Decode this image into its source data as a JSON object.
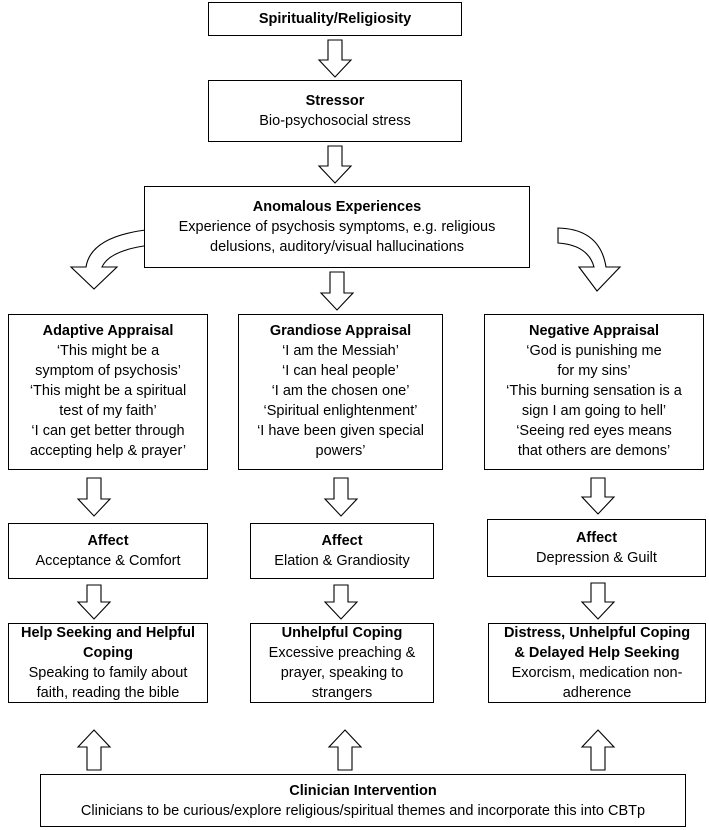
{
  "diagram": {
    "spirituality": {
      "title": "Spirituality/Religiosity"
    },
    "stressor": {
      "title": "Stressor",
      "lines": [
        "Bio-psychosocial stress"
      ]
    },
    "anomalous": {
      "title": "Anomalous Experiences",
      "lines": [
        "Experience of psychosis symptoms, e.g. religious",
        "delusions, auditory/visual hallucinations"
      ]
    },
    "adaptive_appraisal": {
      "title": "Adaptive Appraisal",
      "lines": [
        "‘This might be a",
        "symptom of psychosis’",
        "‘This might be a spiritual",
        "test of my faith’",
        "‘I can get better through",
        "accepting help & prayer’"
      ]
    },
    "grandiose_appraisal": {
      "title": "Grandiose Appraisal",
      "lines": [
        "‘I am the Messiah’",
        "‘I can heal people’",
        "‘I am the chosen one’",
        "‘Spiritual enlightenment’",
        "‘I have been given special",
        "powers’"
      ]
    },
    "negative_appraisal": {
      "title": "Negative Appraisal",
      "lines": [
        "‘God is punishing me",
        "for my sins’",
        "‘This burning sensation is a",
        "sign I am going to hell’",
        "‘Seeing red eyes means",
        "that others are demons’"
      ]
    },
    "affect_left": {
      "title": "Affect",
      "lines": [
        "Acceptance & Comfort"
      ]
    },
    "affect_middle": {
      "title": "Affect",
      "lines": [
        "Elation & Grandiosity"
      ]
    },
    "affect_right": {
      "title": "Affect",
      "lines": [
        "Depression & Guilt"
      ]
    },
    "coping_left": {
      "title_lines": [
        "Help Seeking and Helpful",
        "Coping"
      ],
      "lines": [
        "Speaking to family about",
        "faith, reading the bible"
      ]
    },
    "coping_middle": {
      "title_lines": [
        "Unhelpful Coping"
      ],
      "lines": [
        "Excessive preaching &",
        "prayer, speaking to",
        "strangers"
      ]
    },
    "coping_right": {
      "title_lines": [
        "Distress, Unhelpful Coping",
        "& Delayed Help Seeking"
      ],
      "lines": [
        "Exorcism, medication non-",
        "adherence"
      ]
    },
    "clinician": {
      "title": "Clinician Intervention",
      "lines": [
        "Clinicians to be curious/explore religious/spiritual themes and incorporate this into CBTp"
      ]
    }
  }
}
